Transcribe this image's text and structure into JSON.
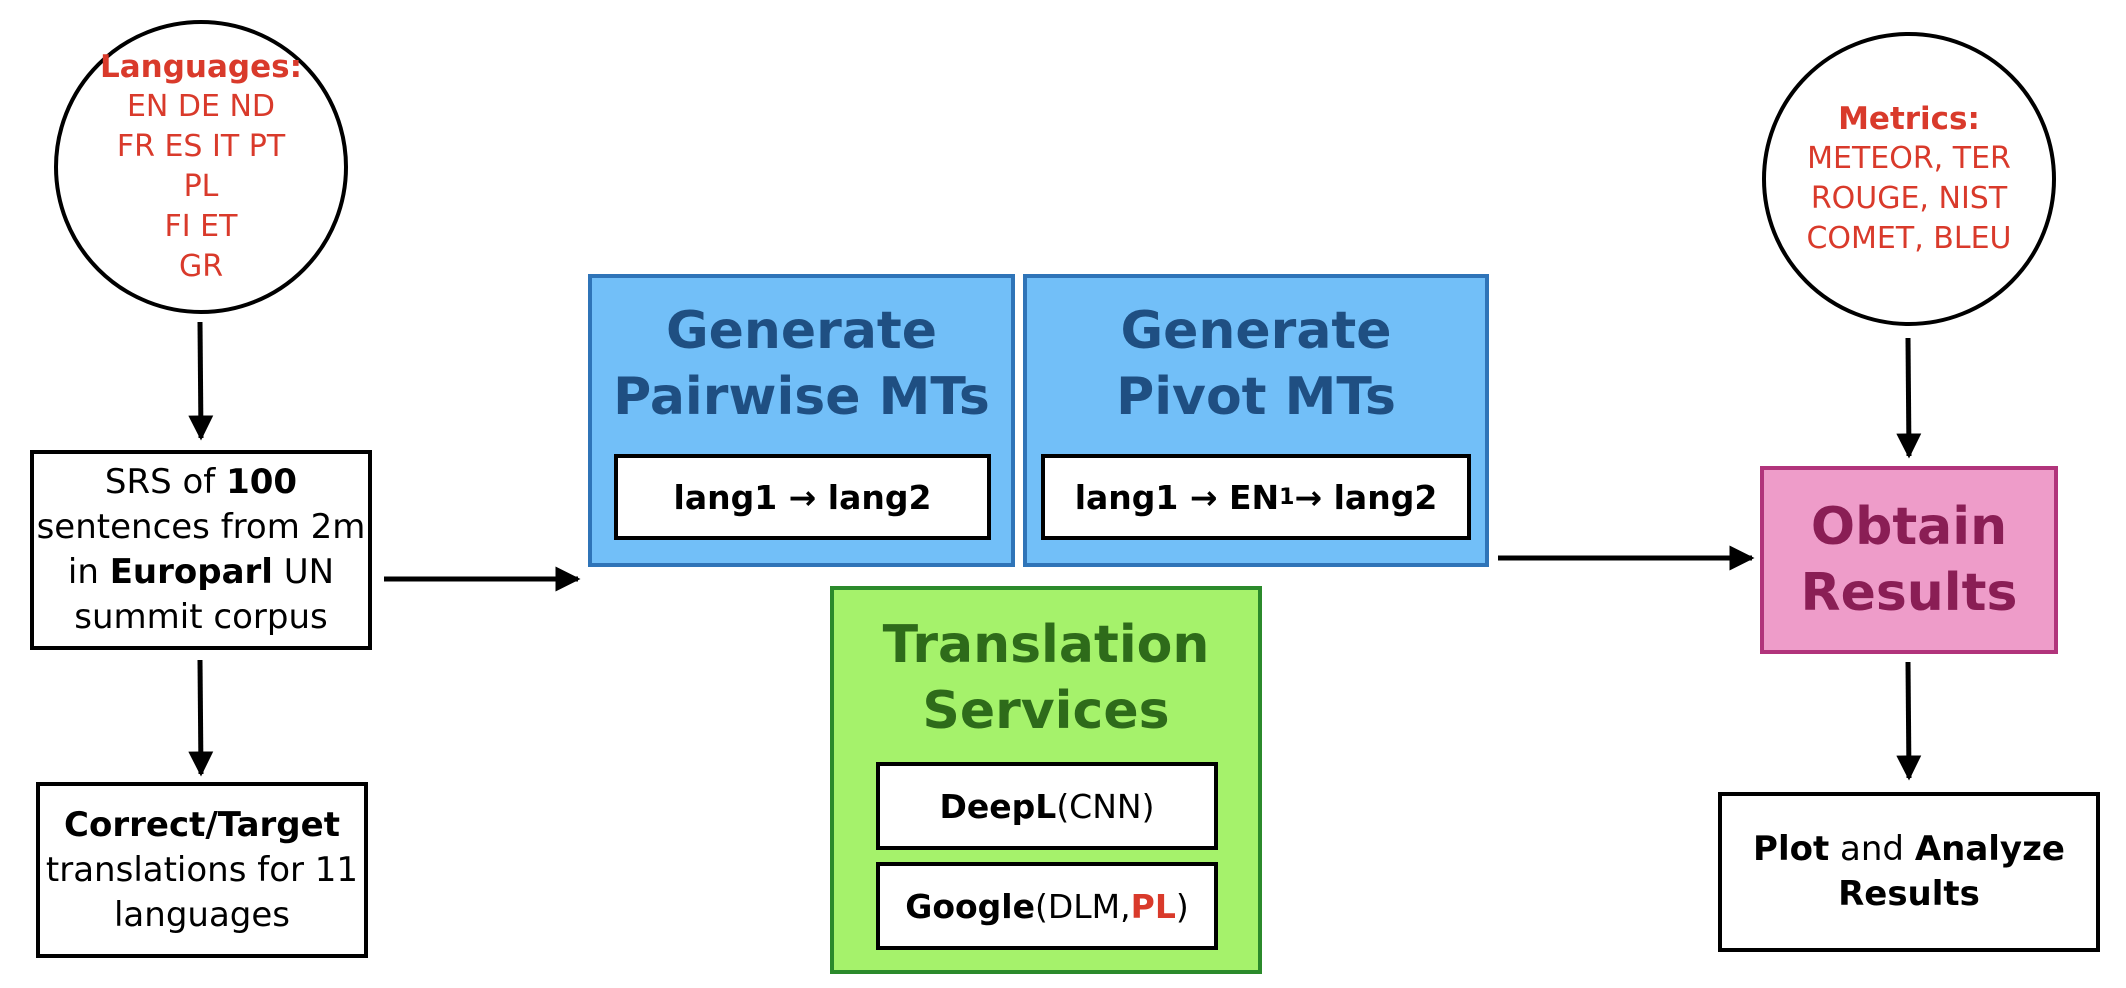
{
  "languages": {
    "heading": "Languages:",
    "lines": [
      "EN DE ND",
      "FR ES IT PT",
      "PL",
      "FI ET",
      "GR"
    ]
  },
  "srs_box": {
    "p1": "SRS of ",
    "p1_bold": "100",
    "p2": "sentences from 2m",
    "p3": "in ",
    "p3_bold": "Europarl",
    "p3_rest": " UN",
    "p4": "summit corpus"
  },
  "correct_box": {
    "bold": "Correct/Target",
    "line2": "translations for 11",
    "line3": "languages"
  },
  "pairwise": {
    "title_line1": "Generate",
    "title_line2": "Pairwise MTs",
    "formula": "lang1 → lang2"
  },
  "pivot": {
    "title_line1": "Generate",
    "title_line2": "Pivot MTs",
    "formula_a": "lang1 → EN",
    "formula_sub": "1",
    "formula_b": " → lang2"
  },
  "services": {
    "title_line1": "Translation",
    "title_line2": "Services",
    "deepl_bold": "DeepL",
    "deepl_rest": " (CNN)",
    "google_bold": "Google",
    "google_rest1": " (DLM, ",
    "google_red": "PL",
    "google_rest2": ")"
  },
  "metrics": {
    "heading": "Metrics:",
    "lines": [
      "METEOR, TER",
      "ROUGE, NIST",
      "COMET, BLEU"
    ]
  },
  "results": {
    "line1": "Obtain",
    "line2": "Results"
  },
  "plot_box": {
    "bold1": "Plot",
    "mid": " and ",
    "bold2": "Analyze",
    "line2": "Results"
  },
  "colors": {
    "accent_red": "#d93a2b",
    "blue_fill": "#72bff8",
    "blue_text": "#1f4f82",
    "green_fill": "#a5f26b",
    "green_text": "#2e6b1a",
    "pink_fill": "#ee9cc9",
    "pink_text": "#8a1e55"
  }
}
